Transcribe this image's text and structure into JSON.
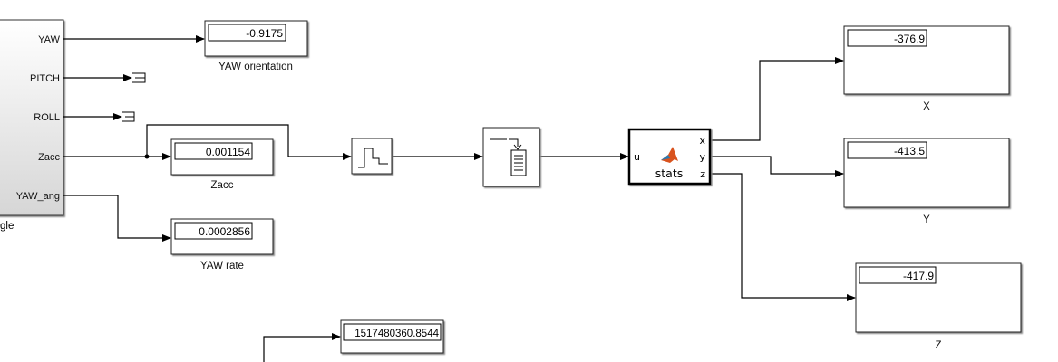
{
  "subsystem": {
    "name_fragment": "gle",
    "ports": [
      "YAW",
      "PITCH",
      "ROLL",
      "Zacc",
      "YAW_ang"
    ]
  },
  "displays": {
    "yaw_orientation": {
      "label": "YAW orientation",
      "value": "-0.9175"
    },
    "zacc": {
      "label": "Zacc",
      "value": "0.001154"
    },
    "yaw_rate": {
      "label": "YAW rate",
      "value": "0.0002856"
    },
    "x": {
      "label": "X",
      "value": "-376.9"
    },
    "y": {
      "label": "Y",
      "value": "-413.5"
    },
    "z": {
      "label": "Z",
      "value": "-417.9"
    },
    "time": {
      "value": "1517480360.8544"
    }
  },
  "stats_block": {
    "name": "stats",
    "input": "u",
    "outputs": [
      "x",
      "y",
      "z"
    ],
    "icon": "matlab-logo-icon"
  },
  "colors": {
    "matlab_orange": "#d9531e",
    "matlab_blue": "#2a7ab0"
  }
}
